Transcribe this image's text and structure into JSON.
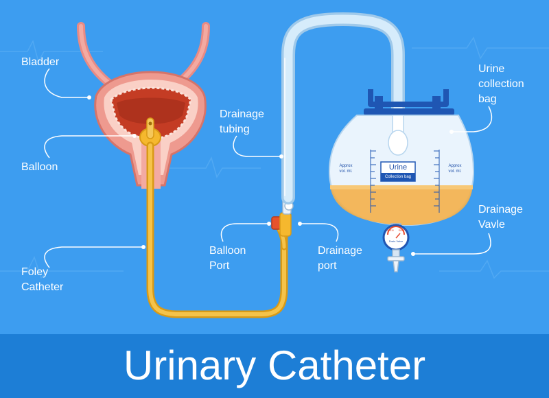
{
  "title": "Urinary Catheter",
  "labels": {
    "bladder": "Bladder",
    "balloon": "Balloon",
    "foley_catheter": "Foley\nCatheter",
    "drainage_tubing": "Drainage\ntubing",
    "balloon_port": "Balloon\nPort",
    "drainage_port": "Drainage\nport",
    "urine_collection_bag": "Urine\ncollection\nbag",
    "drainage_valve": "Drainage\nVavle"
  },
  "bag": {
    "title": "Urine",
    "subtitle": "Collection bag",
    "approx_left": "Approx\nvol. ml.",
    "approx_right": "Approx\nvol. ml.",
    "valve_open": "OPEN",
    "valve_shut": "SHUT",
    "valve_name": "Drain Valve"
  },
  "colors": {
    "background": "#3d9df0",
    "title_band": "#1d7ed6",
    "catheter": "#f5b82e",
    "urine": "#f4b04a",
    "bladder_wall": "#f0a898",
    "bladder_fill": "#c8432a",
    "tubing": "#cfe9fb",
    "clamp": "#1f56b3"
  }
}
